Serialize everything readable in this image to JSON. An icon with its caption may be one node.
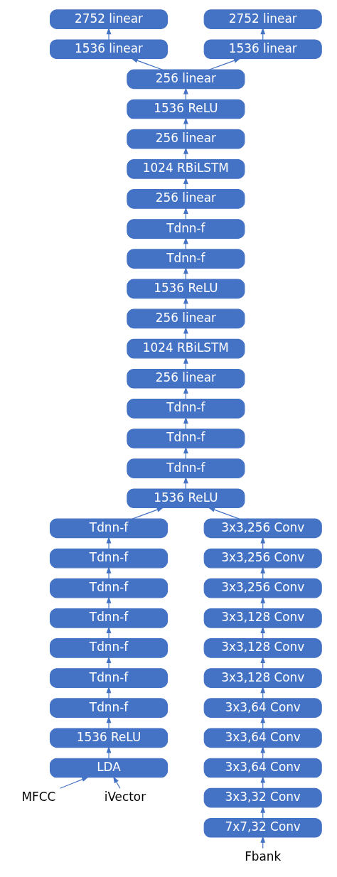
{
  "diagram": {
    "nodes": [
      {
        "text": [
          "2752 linear"
        ]
      },
      {
        "text": [
          "2752 linear"
        ]
      },
      {
        "text": [
          "1536 linear"
        ]
      },
      {
        "text": [
          "1536 linear"
        ]
      },
      {
        "text": [
          "256 linear"
        ]
      },
      {
        "text": [
          "1536 ReLU"
        ]
      },
      {
        "text": [
          "256 linear"
        ]
      },
      {
        "text": [
          "1024 RBiLSTM"
        ]
      },
      {
        "text": [
          "256 linear"
        ]
      },
      {
        "text": [
          "Tdnn-f"
        ]
      },
      {
        "text": [
          "Tdnn-f"
        ]
      },
      {
        "text": [
          "1536 ReLU"
        ]
      },
      {
        "text": [
          "256 linear"
        ]
      },
      {
        "text": [
          "1024 RBiLSTM"
        ]
      },
      {
        "text": [
          "256 linear"
        ]
      },
      {
        "text": [
          "Tdnn-f"
        ]
      },
      {
        "text": [
          "Tdnn-f"
        ]
      },
      {
        "text": [
          "Tdnn-f"
        ]
      },
      {
        "text": [
          "1536 ReLU"
        ]
      },
      {
        "text": [
          "Tdnn-f"
        ]
      },
      {
        "text": [
          "Tdnn-f"
        ]
      },
      {
        "text": [
          "Tdnn-f"
        ]
      },
      {
        "text": [
          "Tdnn-f"
        ]
      },
      {
        "text": [
          "Tdnn-f"
        ]
      },
      {
        "text": [
          "Tdnn-f"
        ]
      },
      {
        "text": [
          "Tdnn-f"
        ]
      },
      {
        "text": [
          "1536 ReLU"
        ]
      },
      {
        "text": [
          "LDA"
        ]
      },
      {
        "text": [
          "MFCC"
        ]
      },
      {
        "text": [
          "iVector"
        ]
      },
      {
        "text": [
          "3x3,256 Conv"
        ]
      },
      {
        "text": [
          "3x3,256 Conv"
        ]
      },
      {
        "text": [
          "3x3,256 Conv"
        ]
      },
      {
        "text": [
          "3x3,128 Conv"
        ]
      },
      {
        "text": [
          "3x3,128 Conv"
        ]
      },
      {
        "text": [
          "3x3,128 Conv"
        ]
      },
      {
        "text": [
          "3x3,64 Conv"
        ]
      },
      {
        "text": [
          "3x3,64 Conv"
        ]
      },
      {
        "text": [
          "3x3,64 Conv"
        ]
      },
      {
        "text": [
          "3x3,32 Conv"
        ]
      },
      {
        "text": [
          "7x7,32 Conv"
        ]
      },
      {
        "text": [
          "Fbank"
        ]
      }
    ],
    "edges": [
      {
        "from": 2,
        "to": 0,
        "arrow": "to"
      },
      {
        "from": 3,
        "to": 1,
        "arrow": "to"
      },
      {
        "from": 4,
        "to": 2,
        "arrow": "to"
      },
      {
        "from": 4,
        "to": 3,
        "arrow": "to"
      },
      {
        "from": 5,
        "to": 4,
        "arrow": "to"
      },
      {
        "from": 6,
        "to": 5,
        "arrow": "to"
      },
      {
        "from": 7,
        "to": 6,
        "arrow": "to"
      },
      {
        "from": 8,
        "to": 7,
        "arrow": "to"
      },
      {
        "from": 9,
        "to": 8,
        "arrow": "to"
      },
      {
        "from": 10,
        "to": 9,
        "arrow": "to"
      },
      {
        "from": 11,
        "to": 10,
        "arrow": "to"
      },
      {
        "from": 12,
        "to": 11,
        "arrow": "to"
      },
      {
        "from": 13,
        "to": 12,
        "arrow": "to"
      },
      {
        "from": 14,
        "to": 13,
        "arrow": "to"
      },
      {
        "from": 15,
        "to": 14,
        "arrow": "to"
      },
      {
        "from": 16,
        "to": 15,
        "arrow": "to"
      },
      {
        "from": 17,
        "to": 16,
        "arrow": "to"
      },
      {
        "from": 18,
        "to": 17,
        "arrow": "to"
      },
      {
        "from": 19,
        "to": 18,
        "arrow": "to"
      },
      {
        "from": 30,
        "to": 18,
        "arrow": "to"
      },
      {
        "from": 20,
        "to": 19,
        "arrow": "to"
      },
      {
        "from": 21,
        "to": 20,
        "arrow": "to"
      },
      {
        "from": 22,
        "to": 21,
        "arrow": "to"
      },
      {
        "from": 23,
        "to": 22,
        "arrow": "to"
      },
      {
        "from": 24,
        "to": 23,
        "arrow": "to"
      },
      {
        "from": 25,
        "to": 24,
        "arrow": "to"
      },
      {
        "from": 26,
        "to": 25,
        "arrow": "to"
      },
      {
        "from": 27,
        "to": 26,
        "arrow": "to"
      },
      {
        "from": 28,
        "to": 27,
        "arrow": "to"
      },
      {
        "from": 29,
        "to": 27,
        "arrow": "to"
      },
      {
        "from": 31,
        "to": 30,
        "arrow": "to"
      },
      {
        "from": 32,
        "to": 31,
        "arrow": "to"
      },
      {
        "from": 33,
        "to": 32,
        "arrow": "to"
      },
      {
        "from": 34,
        "to": 33,
        "arrow": "to"
      },
      {
        "from": 35,
        "to": 34,
        "arrow": "to"
      },
      {
        "from": 36,
        "to": 35,
        "arrow": "to"
      },
      {
        "from": 37,
        "to": 36,
        "arrow": "to"
      },
      {
        "from": 38,
        "to": 37,
        "arrow": "to"
      },
      {
        "from": 39,
        "to": 38,
        "arrow": "to"
      },
      {
        "from": 40,
        "to": 39,
        "arrow": "to"
      },
      {
        "from": 41,
        "to": 40,
        "arrow": "to"
      }
    ]
  }
}
